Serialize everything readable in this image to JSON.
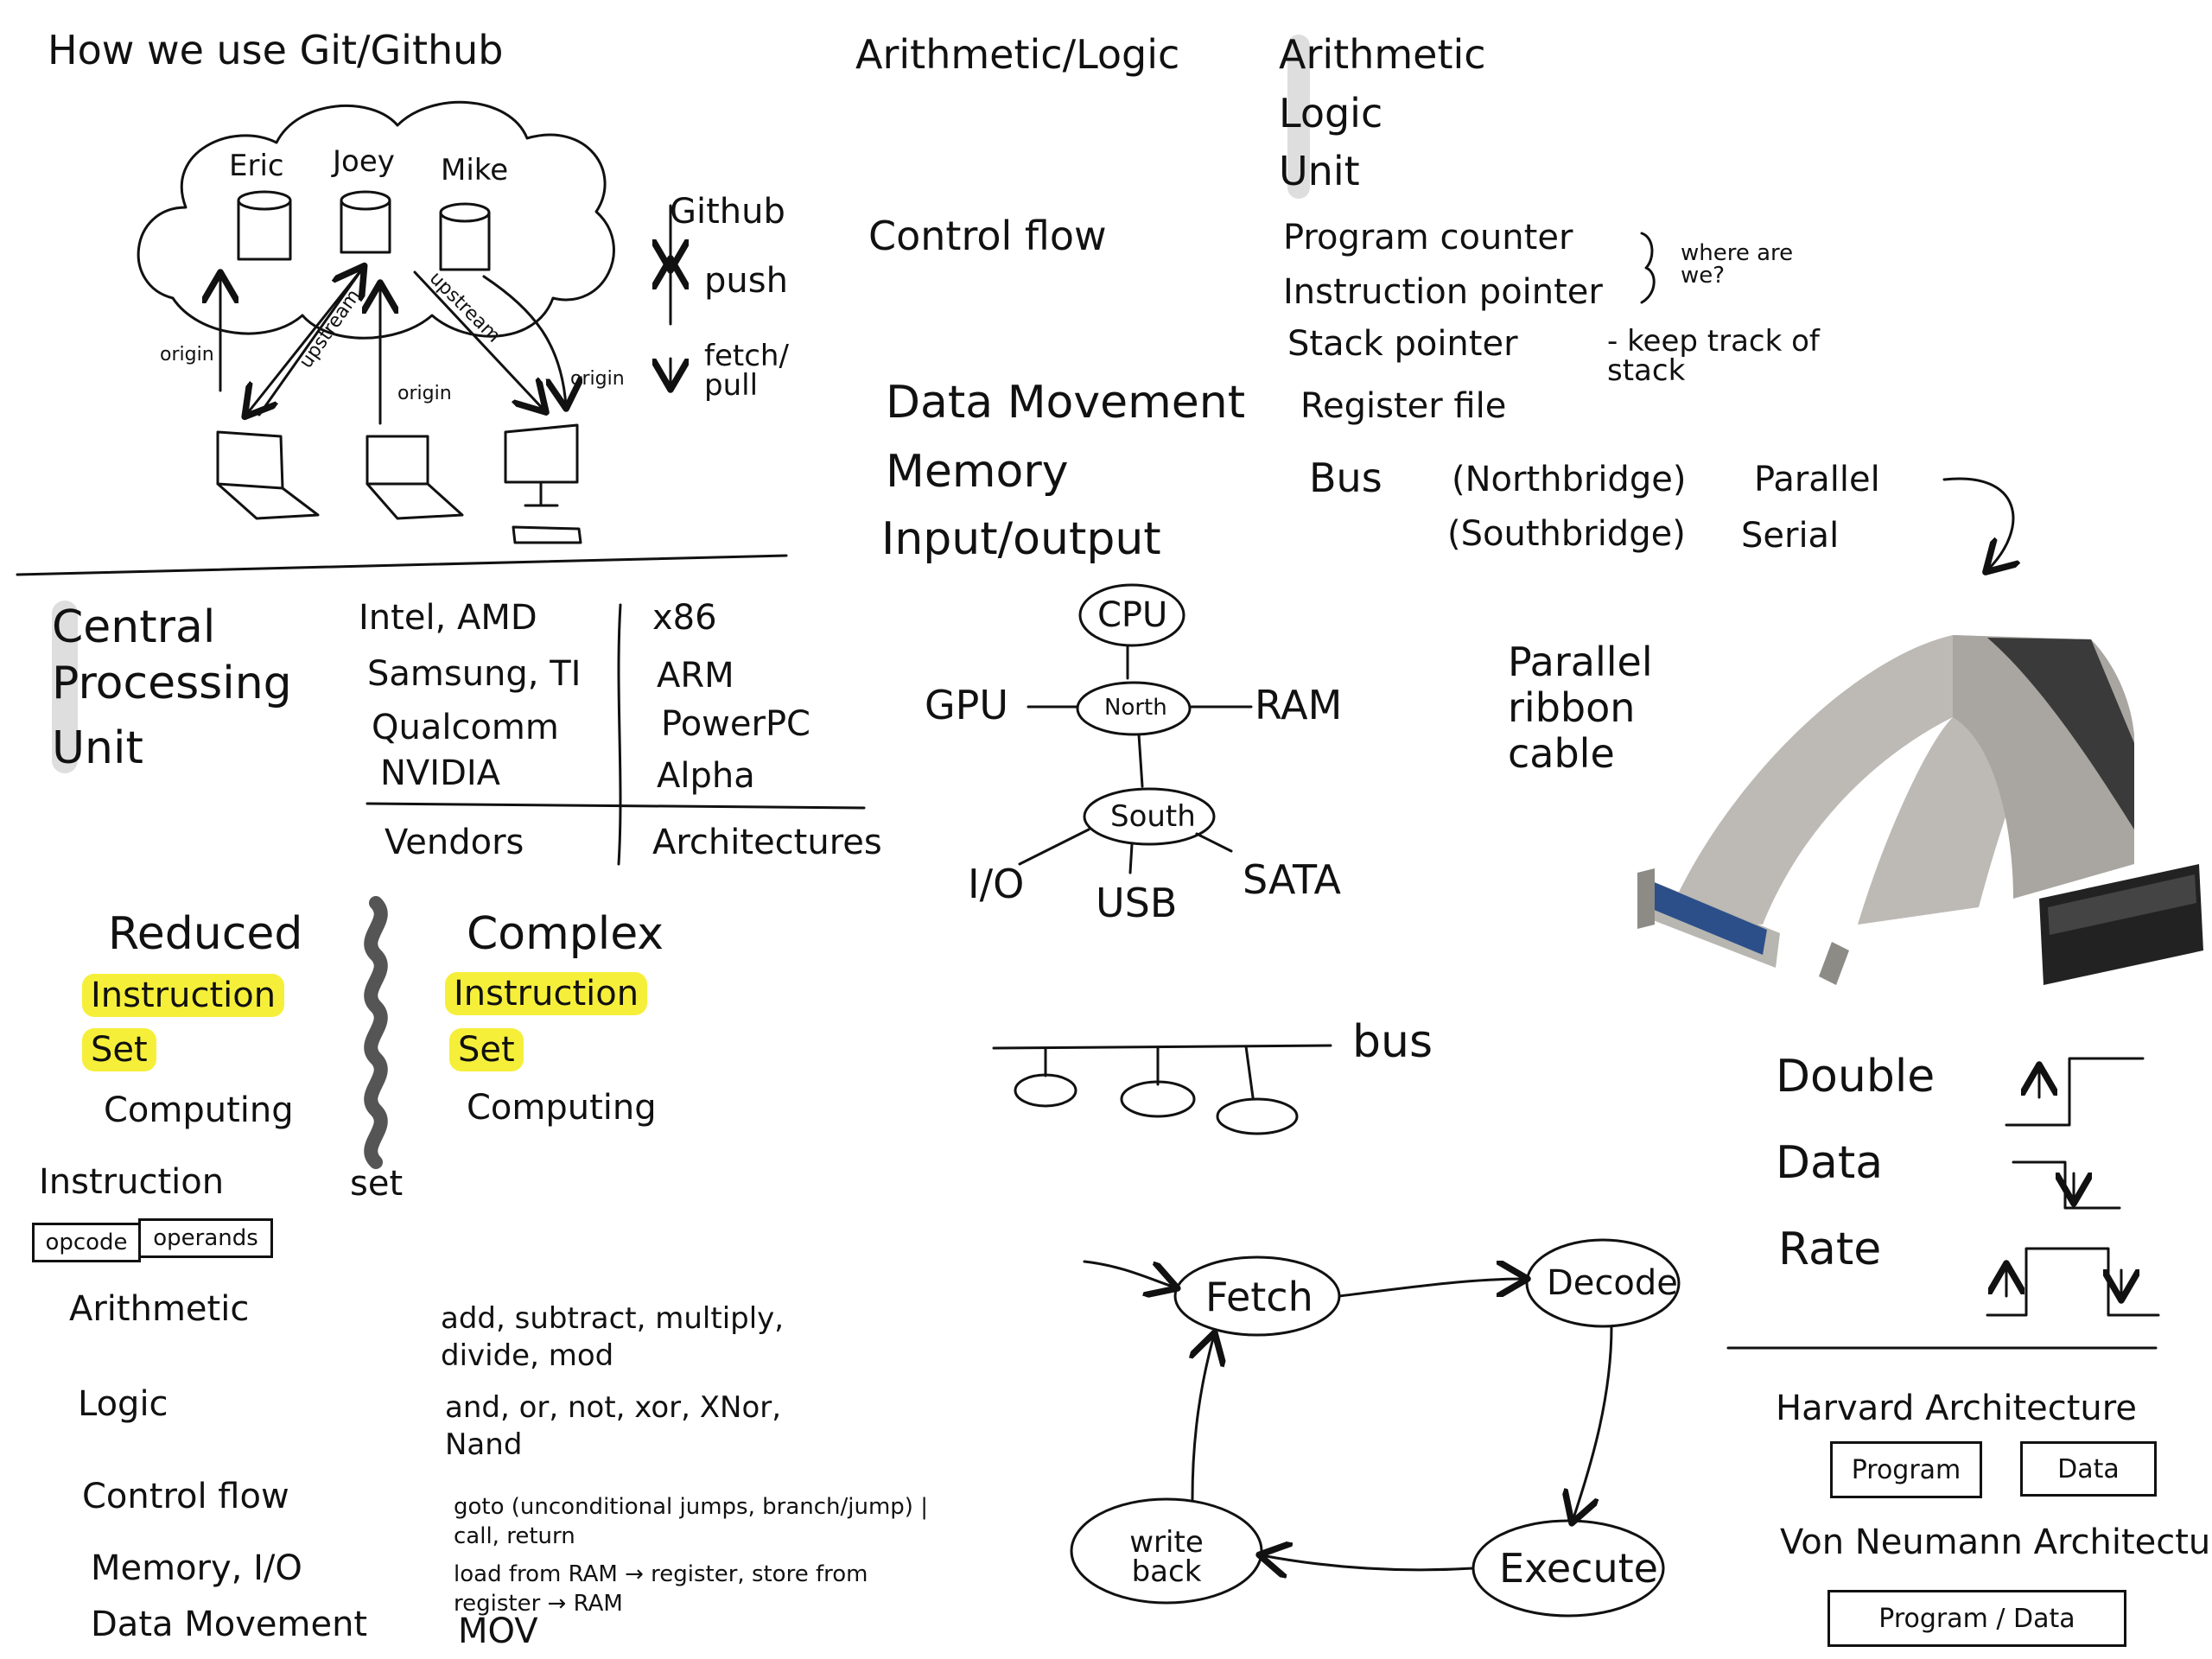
{
  "git": {
    "title": "How we use Git/Github",
    "users": [
      "Eric",
      "Joey",
      "Mike"
    ],
    "github": "Github",
    "push": "push",
    "fetch_pull": "fetch/ pull",
    "origin": "origin",
    "upstream": "upstream"
  },
  "alu": {
    "label": "Arithmetic/Logic",
    "acronym": [
      "Arithmetic",
      "Logic",
      "Unit"
    ]
  },
  "control": {
    "label": "Control flow",
    "items": [
      "Program counter",
      "Instruction pointer",
      "Stack pointer",
      "Register file"
    ],
    "where": "where are we?",
    "keep": "- keep track of stack"
  },
  "categories": [
    "Data Movement",
    "Memory",
    "Input/output"
  ],
  "bus": {
    "label": "Bus",
    "north": "(Northbridge)",
    "south": "(Southbridge)",
    "parallel": "Parallel",
    "serial": "Serial"
  },
  "cpu": {
    "acronym": [
      "Central",
      "Processing",
      "Unit"
    ],
    "vendors": [
      "Intel, AMD",
      "Samsung, TI",
      "Qualcomm",
      "NVIDIA"
    ],
    "architectures": [
      "x86",
      "ARM",
      "PowerPC",
      "Alpha"
    ],
    "vendors_label": "Vendors",
    "arch_label": "Architectures"
  },
  "bridge": {
    "nodes": [
      "CPU",
      "North",
      "South",
      "GPU",
      "RAM",
      "I/O",
      "USB",
      "SATA"
    ]
  },
  "ribbon": {
    "label": "Parallel ribbon cable"
  },
  "risc": [
    "Reduced",
    "Instruction",
    "Set",
    "Computing"
  ],
  "cisc": [
    "Complex",
    "Instruction",
    "Set",
    "Computing"
  ],
  "instruction": {
    "label": "Instruction",
    "set": "set",
    "opcode": "opcode",
    "operands": "operands"
  },
  "bus_diagram": {
    "label": "bus"
  },
  "ops": [
    {
      "name": "Arithmetic",
      "desc": "add, subtract, multiply, divide, mod"
    },
    {
      "name": "Logic",
      "desc": "and, or, not, xor, XNor, Nand"
    },
    {
      "name": "Control flow",
      "desc": "goto (unconditional jumps, branch/jump) | call, return"
    },
    {
      "name": "Memory, I/O",
      "desc": "load from RAM → register, store from register → RAM"
    },
    {
      "name": "Data Movement",
      "desc": "MOV"
    }
  ],
  "cycle": {
    "steps": [
      "Fetch",
      "Decode",
      "Execute",
      "write back"
    ]
  },
  "ddr": [
    "Double",
    "Data",
    "Rate"
  ],
  "harvard": {
    "title": "Harvard Architecture",
    "program": "Program",
    "data": "Data"
  },
  "vonneumann": {
    "title": "Von Neumann Architecture",
    "programdata": "Program / Data"
  }
}
